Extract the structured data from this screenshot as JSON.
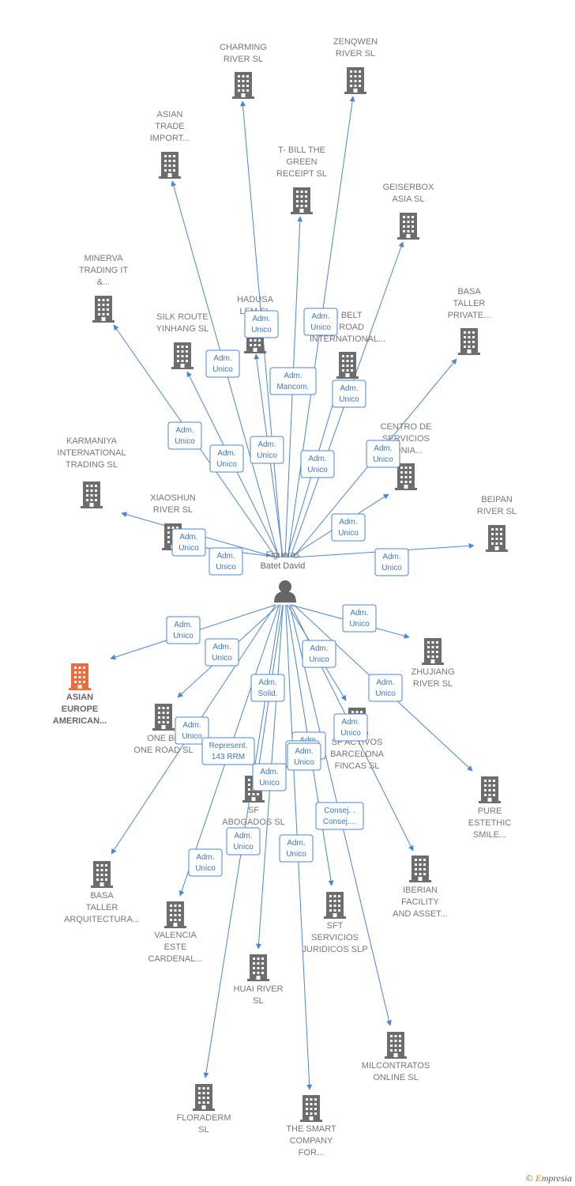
{
  "center": {
    "name_lines": [
      "Figueras",
      "Batet David"
    ],
    "icon": "person-icon"
  },
  "colors": {
    "edge": "#4a86d6",
    "company": "#6d6d6d",
    "highlight": "#f26a3a"
  },
  "nodes": [
    {
      "id": "charming",
      "lines": [
        "CHARMING",
        "RIVER  SL"
      ],
      "icon": "building-icon"
    },
    {
      "id": "zenqwen",
      "lines": [
        "ZENQWEN",
        "RIVER  SL"
      ],
      "icon": "building-icon"
    },
    {
      "id": "asiantrade",
      "lines": [
        "ASIAN",
        "TRADE",
        "IMPORT..."
      ],
      "icon": "building-icon"
    },
    {
      "id": "tbill",
      "lines": [
        "T- BILL THE",
        "GREEN",
        "RECEIPT  SL"
      ],
      "icon": "building-icon"
    },
    {
      "id": "geiserbox",
      "lines": [
        "GEISERBOX",
        "ASIA  SL"
      ],
      "icon": "building-icon"
    },
    {
      "id": "minerva",
      "lines": [
        "MINERVA",
        "TRADING IT",
        "&..."
      ],
      "icon": "building-icon"
    },
    {
      "id": "basaprivate",
      "lines": [
        "BASA",
        "TALLER",
        "PRIVATE..."
      ],
      "icon": "building-icon"
    },
    {
      "id": "hadusa",
      "lines": [
        "HADUSA",
        "LEM   SL"
      ],
      "icon": "building-icon"
    },
    {
      "id": "silkroute",
      "lines": [
        "SILK ROUTE",
        "YINHANG  SL"
      ],
      "icon": "building-icon"
    },
    {
      "id": "beltroad",
      "lines": [
        "E BELT",
        "E ROAD",
        "INTERNATIONAL..."
      ],
      "icon": "building-icon"
    },
    {
      "id": "centro",
      "lines": [
        "CENTRO DE",
        "SERVICIOS",
        "LONIA..."
      ],
      "icon": "building-icon"
    },
    {
      "id": "karmaniya",
      "lines": [
        "KARMANIYA",
        "INTERNATIONAL",
        "TRADING  SL"
      ],
      "icon": "building-icon"
    },
    {
      "id": "xiaoshun",
      "lines": [
        "XIAOSHUN",
        "RIVER  SL"
      ],
      "icon": "building-icon"
    },
    {
      "id": "beipan",
      "lines": [
        "BEIPAN",
        "RIVER  SL"
      ],
      "icon": "building-icon"
    },
    {
      "id": "asianeurope",
      "lines": [
        "ASIAN",
        "EUROPE",
        "AMERICAN..."
      ],
      "icon": "building-icon"
    },
    {
      "id": "zhujiang",
      "lines": [
        "ZHUJIANG",
        "RIVER  SL"
      ],
      "icon": "building-icon"
    },
    {
      "id": "onebelt",
      "lines": [
        "ONE BE",
        "ONE ROAD  SL"
      ],
      "icon": "building-icon"
    },
    {
      "id": "sfactivos",
      "lines": [
        "SF ACTIVOS",
        "BARCELONA",
        "FINCAS  SL"
      ],
      "icon": "building-icon"
    },
    {
      "id": "pure",
      "lines": [
        "PURE",
        "ESTETHIC",
        "SMILE..."
      ],
      "icon": "building-icon"
    },
    {
      "id": "sfabogados",
      "lines": [
        "SF",
        "ABOGADOS SL"
      ],
      "icon": "building-icon"
    },
    {
      "id": "basaarq",
      "lines": [
        "BASA",
        "TALLER",
        "ARQUITECTURA..."
      ],
      "icon": "building-icon"
    },
    {
      "id": "iberian",
      "lines": [
        "IBERIAN",
        "FACILITY",
        "AND ASSET..."
      ],
      "icon": "building-icon"
    },
    {
      "id": "valencia",
      "lines": [
        "VALENCIA",
        "ESTE",
        "CARDENAL..."
      ],
      "icon": "building-icon"
    },
    {
      "id": "sft",
      "lines": [
        "SFT",
        "SERVICIOS",
        "JURIDICOS  SLP"
      ],
      "icon": "building-icon"
    },
    {
      "id": "huai",
      "lines": [
        "HUAI RIVER",
        "SL"
      ],
      "icon": "building-icon"
    },
    {
      "id": "milcontratos",
      "lines": [
        "MILCONTRATOS",
        "ONLINE  SL"
      ],
      "icon": "building-icon"
    },
    {
      "id": "floraderm",
      "lines": [
        "FLORADERM",
        "SL"
      ],
      "icon": "building-icon"
    },
    {
      "id": "smart",
      "lines": [
        "THE SMART",
        "COMPANY",
        "FOR..."
      ],
      "icon": "building-icon"
    }
  ],
  "badges": [
    {
      "lines": [
        "Adm.",
        "Unico"
      ]
    },
    {
      "lines": [
        "Adm.",
        "Unico"
      ]
    },
    {
      "lines": [
        "Adm.",
        "Unico"
      ]
    },
    {
      "lines": [
        "Adm.",
        "Mancom."
      ]
    },
    {
      "lines": [
        "Adm.",
        "Unico"
      ]
    },
    {
      "lines": [
        "Adm.",
        "Unico"
      ]
    },
    {
      "lines": [
        "Adm.",
        "Unico"
      ]
    },
    {
      "lines": [
        "Adm.",
        "Unico"
      ]
    },
    {
      "lines": [
        "Adm.",
        "Unico"
      ]
    },
    {
      "lines": [
        "Adm.",
        "Unico"
      ]
    },
    {
      "lines": [
        "Adm.",
        "Unico"
      ]
    },
    {
      "lines": [
        "Adm.",
        "Unico"
      ]
    },
    {
      "lines": [
        "Adm.",
        "Unico"
      ]
    },
    {
      "lines": [
        "Adm.",
        "Unico"
      ]
    },
    {
      "lines": [
        "Adm.",
        "Unico"
      ]
    },
    {
      "lines": [
        "Adm.",
        "Unico"
      ]
    },
    {
      "lines": [
        "Adm.",
        "Unico"
      ]
    },
    {
      "lines": [
        "Adm.",
        "Unico"
      ]
    },
    {
      "lines": [
        "Adm.",
        "Unico"
      ]
    },
    {
      "lines": [
        "Adm.",
        "Solid."
      ]
    },
    {
      "lines": [
        "Adm.",
        "Unico"
      ]
    },
    {
      "lines": [
        "Adm.",
        "Unico"
      ]
    },
    {
      "lines": [
        "Represent.",
        "143 RRM"
      ]
    },
    {
      "lines": [
        "Adm.",
        "Unico"
      ]
    },
    {
      "lines": [
        "Adm.",
        "Unico"
      ]
    },
    {
      "lines": [
        "Adm.",
        "Unico"
      ]
    },
    {
      "lines": [
        "Adm.",
        "Unico"
      ]
    },
    {
      "lines": [
        "Consej. .",
        "Consej...."
      ]
    },
    {
      "lines": [
        "Adm.",
        "Unico"
      ]
    },
    {
      "lines": [
        "Adm.",
        "Unico"
      ]
    },
    {
      "lines": [
        "Adm.",
        "Unico"
      ]
    }
  ],
  "footer": {
    "copyright": "©",
    "brand_first": "E",
    "brand_rest": "mpresia"
  }
}
